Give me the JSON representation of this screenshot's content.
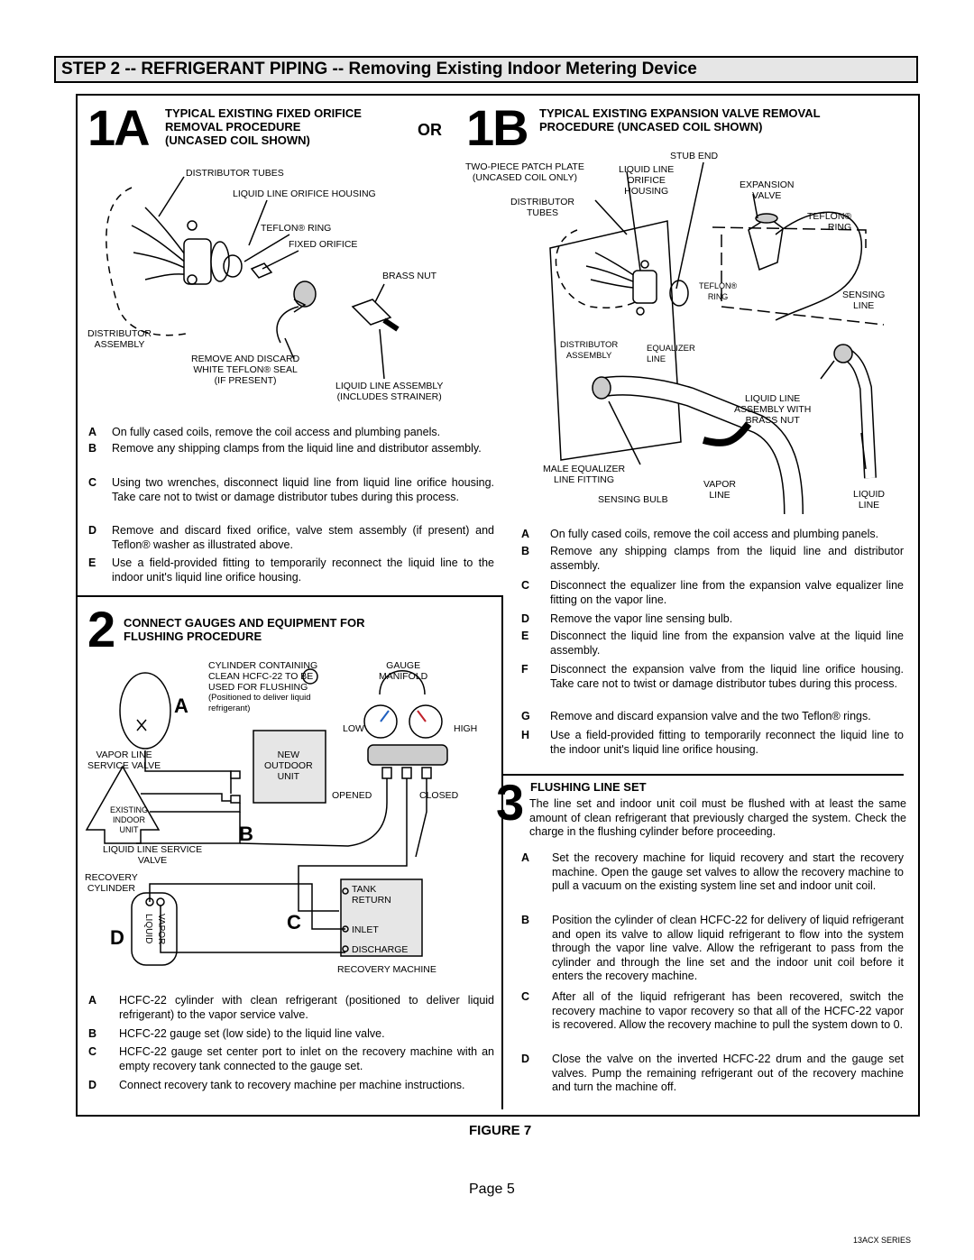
{
  "header": {
    "title": "STEP 2 -- REFRIGERANT PIPING -- Removing Existing Indoor Metering Device"
  },
  "sec1a": {
    "num": "1A",
    "title": [
      "TYPICAL EXISTING FIXED ORIFICE",
      "REMOVAL PROCEDURE",
      "(UNCASED COIL SHOWN)"
    ],
    "or": "OR",
    "labels": {
      "distributor_tubes": "DISTRIBUTOR TUBES",
      "orifice_housing": "LIQUID LINE ORIFICE HOUSING",
      "teflon_ring": "TEFLON® RING",
      "fixed_orifice": "FIXED ORIFICE",
      "brass_nut": "BRASS NUT",
      "distributor_assembly_1": "DISTRIBUTOR",
      "distributor_assembly_2": "ASSEMBLY",
      "remove_1": "REMOVE AND DISCARD",
      "remove_2": "WHITE TEFLON® SEAL",
      "remove_3": "(IF PRESENT)",
      "lla_1": "LIQUID LINE ASSEMBLY",
      "lla_2": "(INCLUDES STRAINER)"
    },
    "steps": [
      {
        "k": "A",
        "t": "On fully cased coils, remove the coil access and plumbing panels."
      },
      {
        "k": "B",
        "t": "Remove any shipping clamps from the liquid line and distributor assembly."
      },
      {
        "k": "C",
        "t": "Using two wrenches, disconnect liquid line from liquid line orifice housing. Take care not to twist or damage distributor tubes during this process."
      },
      {
        "k": "D",
        "t": "Remove and discard fixed orifice, valve stem assembly (if present) and Teflon® washer as illustrated above."
      },
      {
        "k": "E",
        "t": "Use a field-provided fitting to temporarily reconnect the liquid line to the indoor unit's liquid line orifice housing."
      }
    ]
  },
  "sec1b": {
    "num": "1B",
    "title": [
      "TYPICAL EXISTING EXPANSION VALVE REMOVAL",
      "PROCEDURE (UNCASED COIL SHOWN)"
    ],
    "labels": {
      "stub_end": "STUB END",
      "patch_1": "TWO-PIECE PATCH PLATE",
      "patch_2": "(UNCASED COIL ONLY)",
      "llo_1": "LIQUID LINE",
      "llo_2": "ORIFICE",
      "llo_3": "HOUSING",
      "exp_1": "EXPANSION",
      "exp_2": "VALVE",
      "dt_1": "DISTRIBUTOR",
      "dt_2": "TUBES",
      "teflon_1": "TEFLON®",
      "teflon_2": "RING",
      "teflon_ring_a": "TEFLON®",
      "teflon_ring_b": "RING",
      "sensing_1": "SENSING",
      "sensing_2": "LINE",
      "da_1": "DISTRIBUTOR",
      "da_2": "ASSEMBLY",
      "eq_1": "EQUALIZER",
      "eq_2": "LINE",
      "lla_1": "LIQUID LINE",
      "lla_2": "ASSEMBLY WITH",
      "lla_3": "BRASS NUT",
      "male_1": "MALE EQUALIZER",
      "male_2": "LINE FITTING",
      "vapor_1": "VAPOR",
      "vapor_2": "LINE",
      "bulb": "SENSING BULB",
      "liquid_1": "LIQUID",
      "liquid_2": "LINE"
    },
    "steps": [
      {
        "k": "A",
        "t": "On fully cased coils, remove the coil access and plumbing panels."
      },
      {
        "k": "B",
        "t": "Remove any shipping clamps from the liquid line and distributor assembly."
      },
      {
        "k": "C",
        "t": "Disconnect the equalizer line from the expansion valve equalizer line fitting on the vapor line."
      },
      {
        "k": "D",
        "t": "Remove the vapor line sensing bulb."
      },
      {
        "k": "E",
        "t": "Disconnect the liquid line from the expansion valve at the liquid line assembly."
      },
      {
        "k": "F",
        "t": "Disconnect the expansion valve from the liquid line orifice housing. Take care not to twist or damage distributor tubes during this process."
      },
      {
        "k": "G",
        "t": "Remove and discard expansion valve and the two Teflon® rings."
      },
      {
        "k": "H",
        "t": "Use a field-provided fitting to temporarily reconnect the liquid line to the indoor unit's liquid line orifice housing."
      }
    ]
  },
  "sec2": {
    "num": "2",
    "title": [
      "CONNECT GAUGES AND EQUIPMENT FOR",
      "FLUSHING PROCEDURE"
    ],
    "labels": {
      "cyl_1": "CYLINDER CONTAINING",
      "cyl_2": "CLEAN HCFC-22 TO BE",
      "cyl_3": "USED FOR FLUSHING",
      "cyl_4": "(Positioned to deliver liquid",
      "cyl_5": "refrigerant)",
      "gauge_1": "GAUGE",
      "gauge_2": "MANIFOLD",
      "low": "LOW",
      "high": "HIGH",
      "vapor_svc_1": "VAPOR LINE",
      "vapor_svc_2": "SERVICE VALVE",
      "new_1": "NEW",
      "new_2": "OUTDOOR",
      "new_3": "UNIT",
      "opened": "OPENED",
      "closed": "CLOSED",
      "existing_1": "EXISTING",
      "existing_2": "INDOOR",
      "existing_3": "UNIT",
      "llsv_1": "LIQUID LINE SERVICE",
      "llsv_2": "VALVE",
      "rc_1": "RECOVERY",
      "rc_2": "CYLINDER",
      "tank": "TANK",
      "return": "RETURN",
      "inlet": "INLET",
      "discharge": "DISCHARGE",
      "vapor": "VAPOR",
      "liquid": "LIQUID",
      "rm": "RECOVERY MACHINE",
      "refA": "A",
      "refB": "B",
      "refC": "C",
      "refD": "D"
    },
    "steps": [
      {
        "k": "A",
        "t": "HCFC-22 cylinder with clean refrigerant (positioned to deliver liquid refrigerant) to the vapor service valve."
      },
      {
        "k": "B",
        "t": "HCFC-22 gauge set (low side) to the liquid line valve."
      },
      {
        "k": "C",
        "t": "HCFC-22 gauge set center port to inlet on the recovery machine with an empty recovery tank connected to the gauge set."
      },
      {
        "k": "D",
        "t": "Connect recovery tank to recovery machine per machine instructions."
      }
    ]
  },
  "sec3": {
    "num": "3",
    "title": "FLUSHING LINE SET",
    "intro": "The line set and indoor unit coil must be flushed with at least the same amount of clean refrigerant that previously charged the system. Check the charge in the flushing cylinder before proceeding.",
    "steps": [
      {
        "k": "A",
        "t": "Set the recovery machine for liquid recovery and start the recovery machine. Open the gauge set valves to allow the recovery machine to pull a vacuum on the existing system line set and indoor unit coil."
      },
      {
        "k": "B",
        "t": "Position the cylinder of clean HCFC-22 for delivery of liquid refrigerant and open its valve to allow liquid refrigerant to flow into the system through the vapor line valve. Allow the refrigerant to pass from the cylinder and through the line set and the indoor unit coil before it enters the recovery machine."
      },
      {
        "k": "C",
        "t": "After all of the liquid refrigerant has been recovered, switch the recovery machine to vapor recovery so that all of the HCFC-22 vapor is recovered. Allow the recovery machine to pull the system down to 0."
      },
      {
        "k": "D",
        "t": "Close the valve on the inverted HCFC-22 drum and the gauge set valves. Pump the remaining refrigerant out of the recovery machine and turn the machine off."
      }
    ]
  },
  "footer": {
    "figure": "FIGURE 7",
    "page": "Page 5",
    "series": "13ACX SERIES"
  }
}
